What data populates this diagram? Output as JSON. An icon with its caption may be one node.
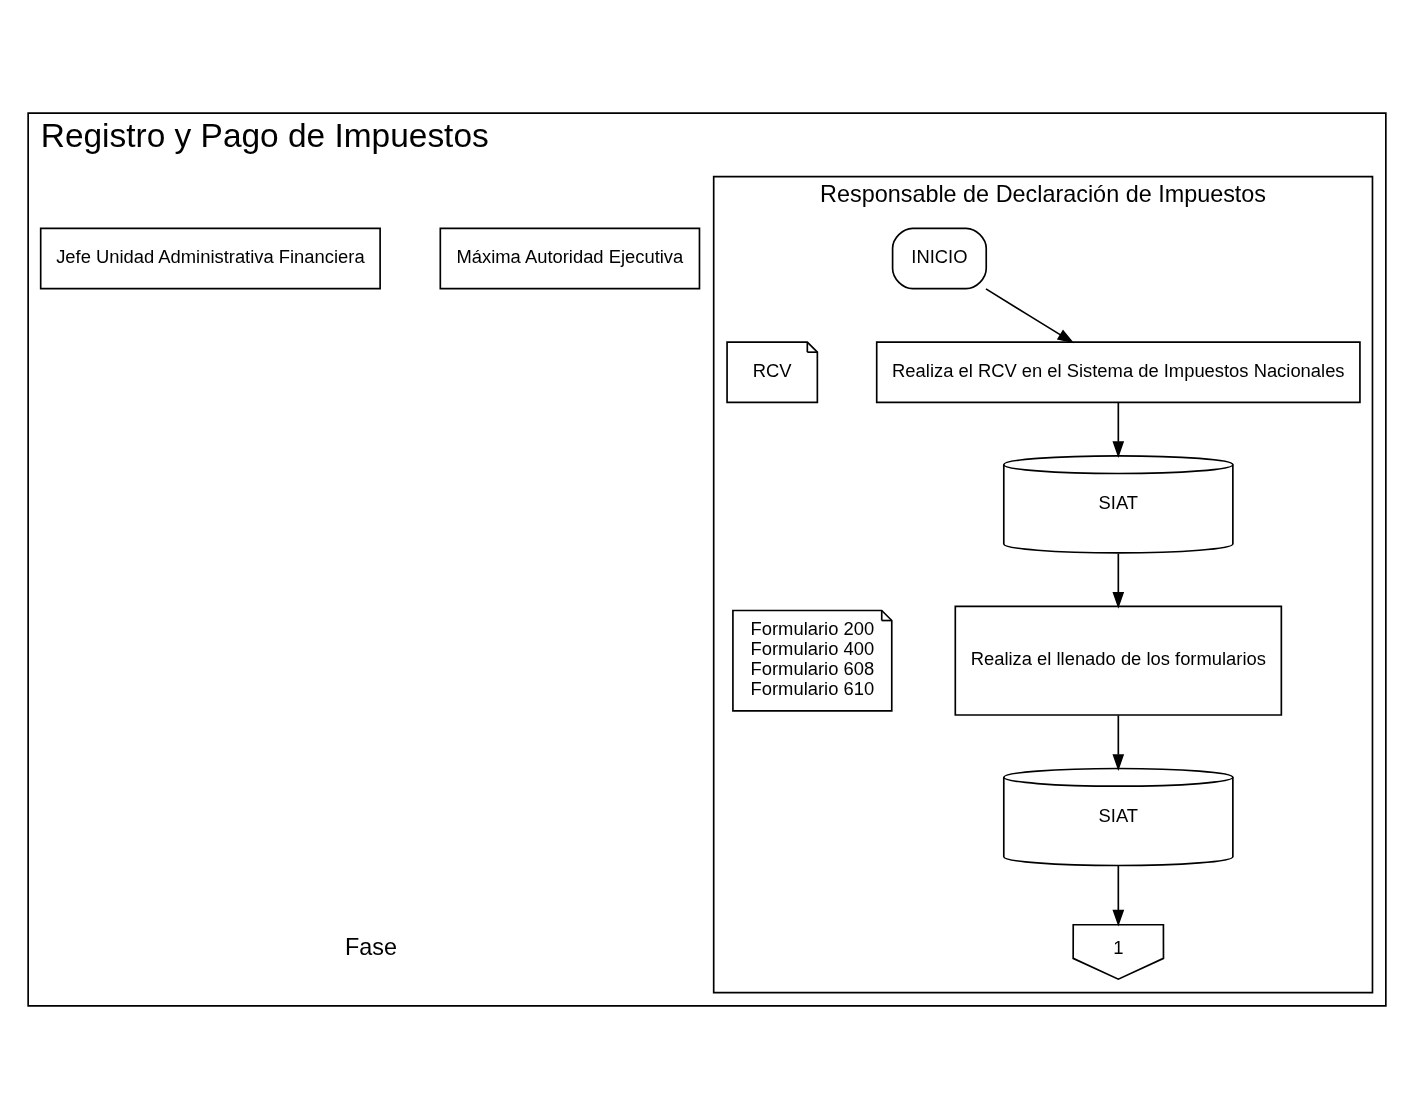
{
  "diagram": {
    "nodes": [
      {
        "text": [
          "Registro y Pago de Impuestos"
        ]
      },
      {
        "text": [
          "Máxima Autoridad Ejecutiva"
        ],
        "in": 0
      },
      {
        "text": [
          "Jefe Unidad Administrativa Financiera"
        ],
        "in": 0
      },
      {
        "text": [
          "Responsable de Declaración de Impuestos"
        ],
        "in": 0
      },
      {
        "text": [
          "INICIO"
        ],
        "in": 3
      },
      {
        "text": [
          "Realiza el RCV en el Sistema de Impuestos Nacionales"
        ],
        "in": 3
      },
      {
        "text": [
          "RCV"
        ],
        "in": 3
      },
      {
        "text": [
          "SIAT"
        ],
        "in": 3
      },
      {
        "text": [
          "Realiza el llenado de los formularios"
        ],
        "in": 3
      },
      {
        "text": [
          "Formulario 200",
          "Formulario 400",
          "Formulario 608",
          "Formulario 610"
        ],
        "in": 3
      },
      {
        "text": [
          "SIAT"
        ],
        "in": 3
      },
      {
        "text": [
          "1"
        ],
        "in": 3
      }
    ],
    "edges": [
      {
        "from": 4,
        "to": 5,
        "arrow": "to"
      },
      {
        "from": 5,
        "to": 7,
        "arrow": "to"
      },
      {
        "from": 7,
        "to": 8,
        "arrow": "to"
      },
      {
        "from": 8,
        "to": 10,
        "arrow": "to"
      },
      {
        "from": 10,
        "to": 11,
        "arrow": "to"
      }
    ],
    "labels": [
      "Fase"
    ]
  }
}
